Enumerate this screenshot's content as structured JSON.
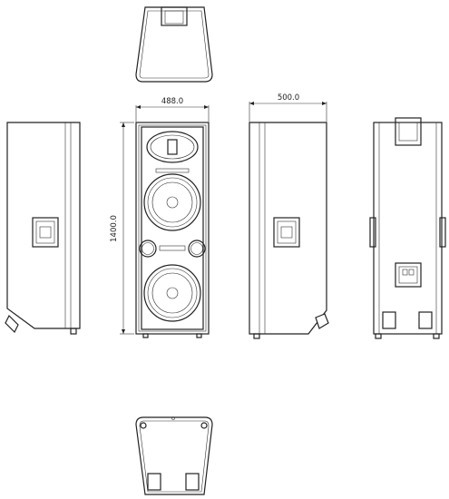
{
  "dimensions": {
    "width": "488.0",
    "depth": "500.0",
    "height": "1400.0"
  }
}
